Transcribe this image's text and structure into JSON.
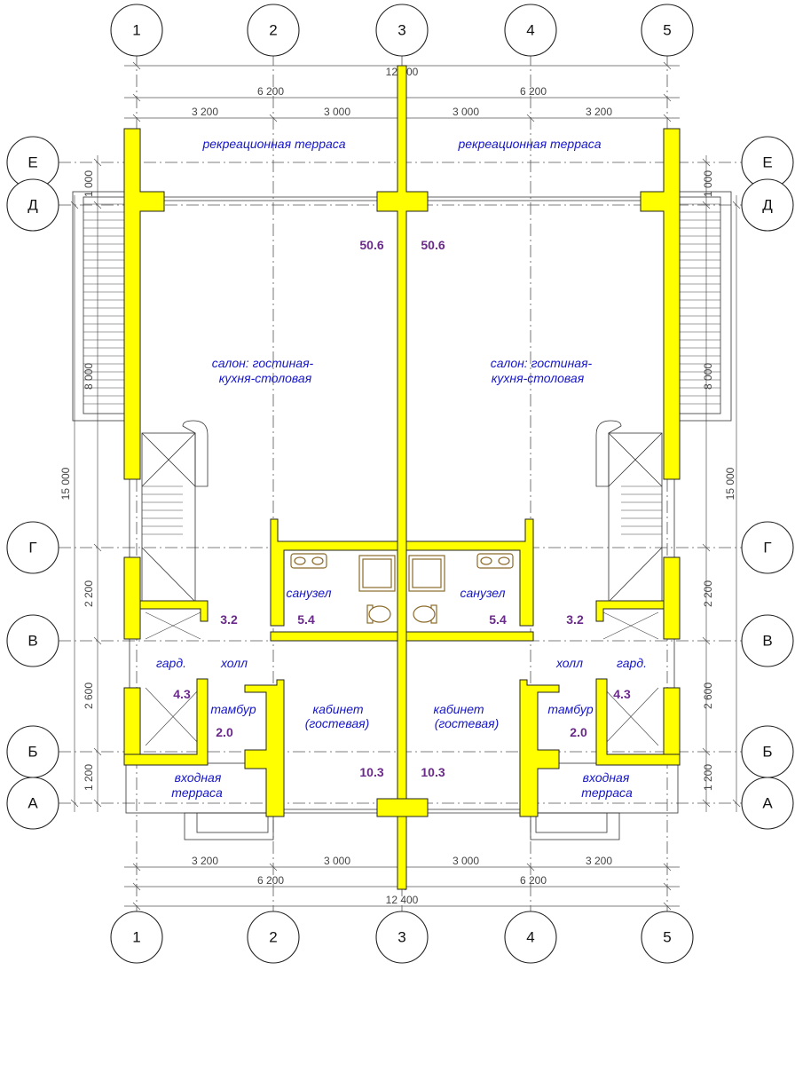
{
  "axes": {
    "vertical": [
      "1",
      "2",
      "3",
      "4",
      "5"
    ],
    "horizontal": [
      "Е",
      "Д",
      "Г",
      "В",
      "Б",
      "А"
    ]
  },
  "dimensions": {
    "overall": "12 400",
    "half": "6 200",
    "outer_bay": "3 200",
    "inner_bay": "3 000",
    "side_total": "15 000",
    "e_d": "1 000",
    "d_g": "8 000",
    "g_v": "2 200",
    "v_b": "2 600",
    "b_a": "1 200"
  },
  "rooms": {
    "terrace_left": "рекреационная  терраса",
    "terrace_right": "рекреационная  терраса",
    "salon_left_1": "салон: гостиная-",
    "salon_left_2": "кухня-столовая",
    "salon_right_1": "салон: гостиная-",
    "salon_right_2": "кухня-столовая",
    "wc_left": "санузел",
    "wc_right": "санузел",
    "hall_left": "холл",
    "hall_right": "холл",
    "ward_left": "гард.",
    "ward_right": "гард.",
    "vest_left": "тамбур",
    "vest_right": "тамбур",
    "cab_left_1": "кабинет",
    "cab_left_2": "(гостевая)",
    "cab_right_1": "кабинет",
    "cab_right_2": "(гостевая)",
    "entry_left_1": "входная",
    "entry_left_2": "терраса",
    "entry_right_1": "входная",
    "entry_right_2": "терраса"
  },
  "areas": {
    "salon_left": "50.6",
    "salon_right": "50.6",
    "hall_left": "3.2",
    "hall_right": "3.2",
    "wc_left": "5.4",
    "wc_right": "5.4",
    "ward_left": "4.3",
    "ward_right": "4.3",
    "vest_left": "2.0",
    "vest_right": "2.0",
    "cab_left": "10.3",
    "cab_right": "10.3"
  },
  "colors": {
    "wall_fill": "#ffff00",
    "room_label": "#1515c8",
    "area_label": "#6a2a8a"
  }
}
